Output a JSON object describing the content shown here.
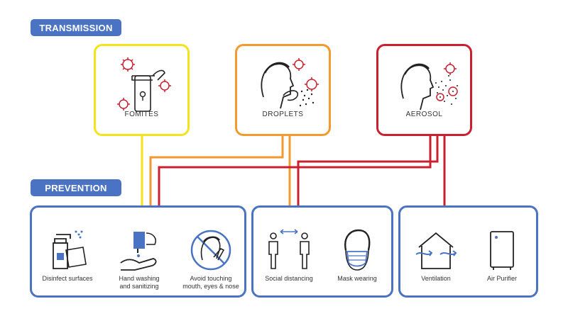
{
  "transmission": {
    "title": "TRANSMISSION",
    "boxes": [
      {
        "label": "FOMITES",
        "color": "#f2e31b",
        "icon": "door-handle-icon"
      },
      {
        "label": "DROPLETS",
        "color": "#f29a2e",
        "icon": "sneezing-person-icon"
      },
      {
        "label": "AEROSOL",
        "color": "#c8202f",
        "icon": "exhaling-person-icon"
      }
    ]
  },
  "prevention": {
    "title": "PREVENTION",
    "groups": [
      {
        "items": [
          {
            "label1": "Disinfect surfaces",
            "label2": "",
            "icon": "spray-bottle-icon"
          },
          {
            "label1": "Hand washing",
            "label2": "and sanitizing",
            "icon": "hand-sanitizer-icon"
          },
          {
            "label1": "Avoid touching",
            "label2": "mouth, eyes & nose",
            "icon": "no-face-touch-icon"
          }
        ]
      },
      {
        "items": [
          {
            "label1": "Social distancing",
            "label2": "",
            "icon": "distancing-icon"
          },
          {
            "label1": "Mask wearing",
            "label2": "",
            "icon": "mask-icon"
          }
        ]
      },
      {
        "items": [
          {
            "label1": "Ventilation",
            "label2": "",
            "icon": "ventilation-icon"
          },
          {
            "label1": "Air Purifier",
            "label2": "",
            "icon": "air-purifier-icon"
          }
        ]
      }
    ]
  },
  "colors": {
    "accent": "#4a73c4",
    "virus": "#c8202f",
    "yellow": "#f2e31b",
    "orange": "#f29a2e",
    "red": "#c8202f"
  }
}
